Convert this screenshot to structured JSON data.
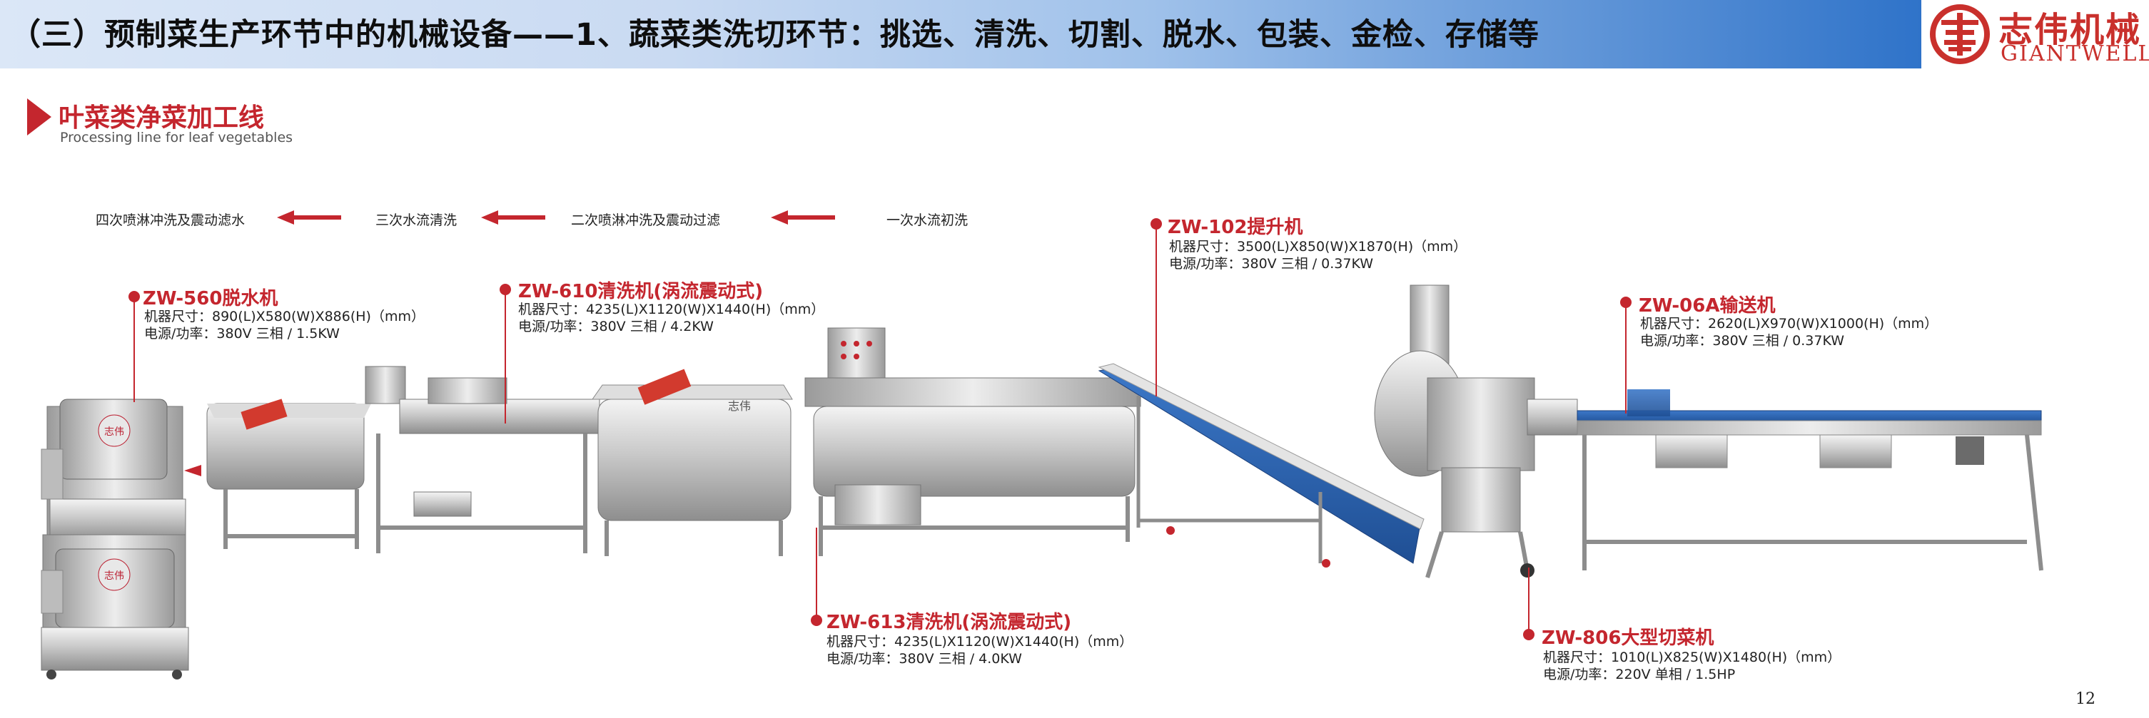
{
  "header": {
    "title": "（三）预制菜生产环节中的机械设备——1、蔬菜类洗切环节：挑选、清洗、切割、脱水、包装、金检、存储等"
  },
  "logo": {
    "cn": "志伟机械",
    "en": "GIANTWELL"
  },
  "section": {
    "title": "叶菜类净菜加工线",
    "subtitle": "Processing line for leaf vegetables"
  },
  "flow": [
    "四次喷淋冲洗及震动滤水",
    "三次水流清洗",
    "二次喷淋冲洗及震动过滤",
    "一次水流初洗"
  ],
  "machines": {
    "zw560": {
      "name": "ZW-560脱水机",
      "size": "机器尺寸：890(L)X580(W)X886(H)（mm）",
      "power": "电源/功率：380V 三相  /  1.5KW"
    },
    "zw610": {
      "name": "ZW-610清洗机(涡流震动式)",
      "size": "机器尺寸：4235(L)X1120(W)X1440(H)（mm）",
      "power": "电源/功率：380V 三相  /  4.2KW"
    },
    "zw613": {
      "name": "ZW-613清洗机(涡流震动式)",
      "size": "机器尺寸：4235(L)X1120(W)X1440(H)（mm）",
      "power": "电源/功率：380V 三相  /  4.0KW"
    },
    "zw102": {
      "name": "ZW-102提升机",
      "size": "机器尺寸：3500(L)X850(W)X1870(H)（mm）",
      "power": "电源/功率：380V 三相  /  0.37KW"
    },
    "zw806": {
      "name": "ZW-806大型切菜机",
      "size": "机器尺寸：1010(L)X825(W)X1480(H)（mm）",
      "power": "电源/功率：220V 单相  /  1.5HP"
    },
    "zw06a": {
      "name": "ZW-06A输送机",
      "size": "机器尺寸：2620(L)X970(W)X1000(H)（mm）",
      "power": "电源/功率：380V 三相  /  0.37KW"
    }
  },
  "page_number": "12"
}
